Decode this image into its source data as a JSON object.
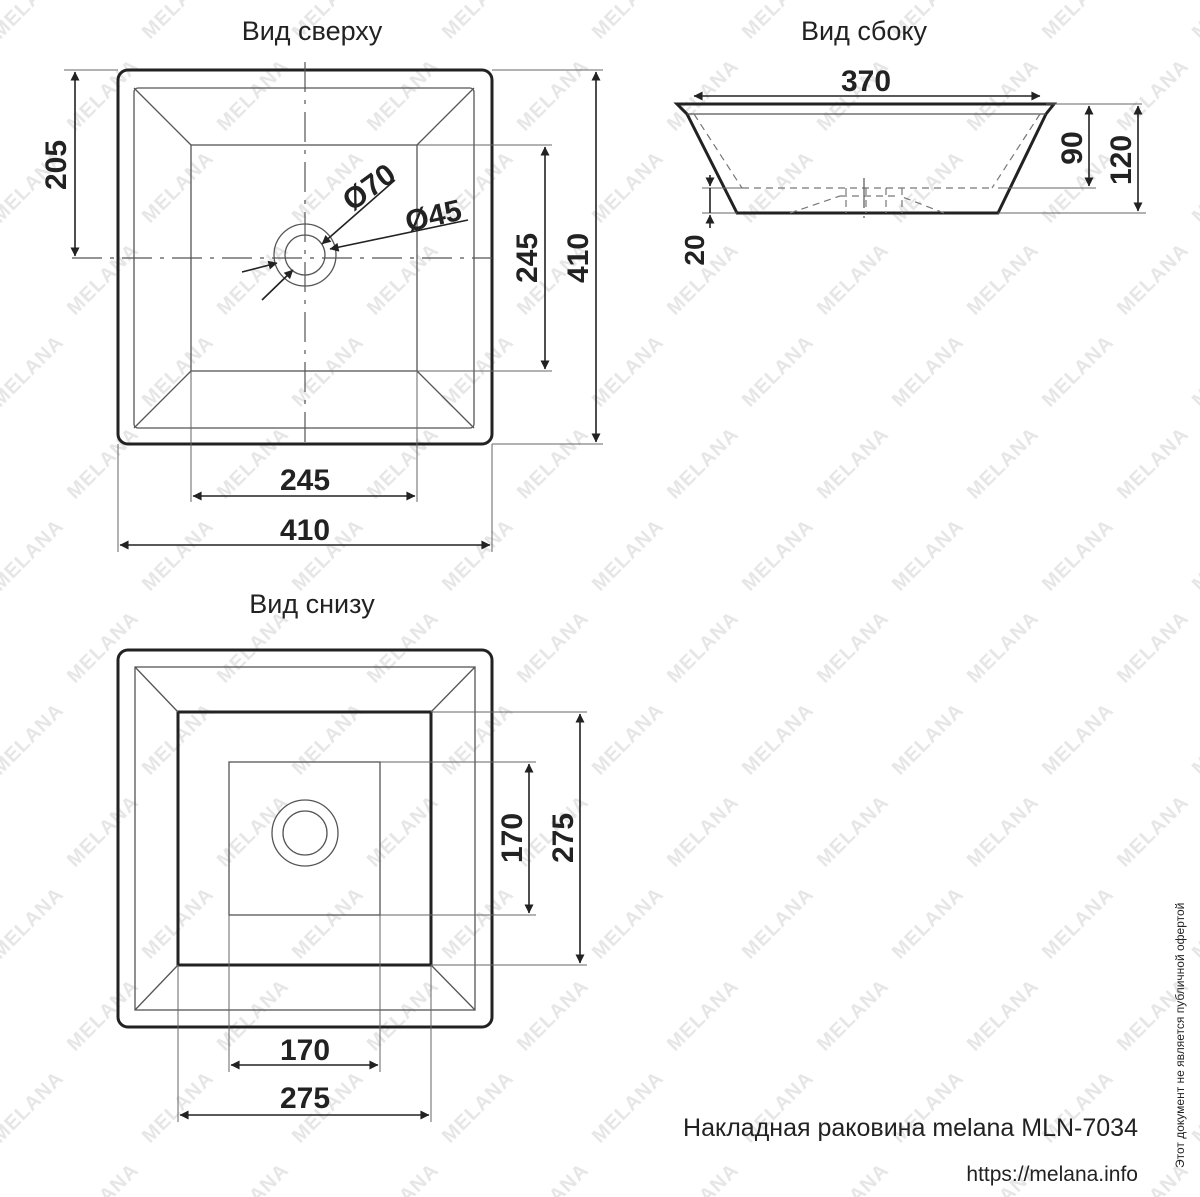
{
  "views": {
    "top": {
      "title": "Вид сверху",
      "dims": {
        "height_to_center": "205",
        "diameter_outer": "Ø70",
        "diameter_inner": "Ø45",
        "inner_height": "245",
        "outer_height": "410",
        "inner_width": "245",
        "outer_width": "410"
      }
    },
    "side": {
      "title": "Вид сбоку",
      "dims": {
        "top_width": "370",
        "bowl_depth": "90",
        "total_height": "120",
        "base_height": "20"
      }
    },
    "bottom": {
      "title": "Вид снизу",
      "dims": {
        "inner_height": "170",
        "outer_height": "275",
        "inner_width": "170",
        "outer_width": "275"
      }
    }
  },
  "caption": "Накладная раковина melana MLN-7034",
  "url": "https://melana.info",
  "vertical_note": "Этот документ не является публичной офертой",
  "watermark": "MELANA"
}
